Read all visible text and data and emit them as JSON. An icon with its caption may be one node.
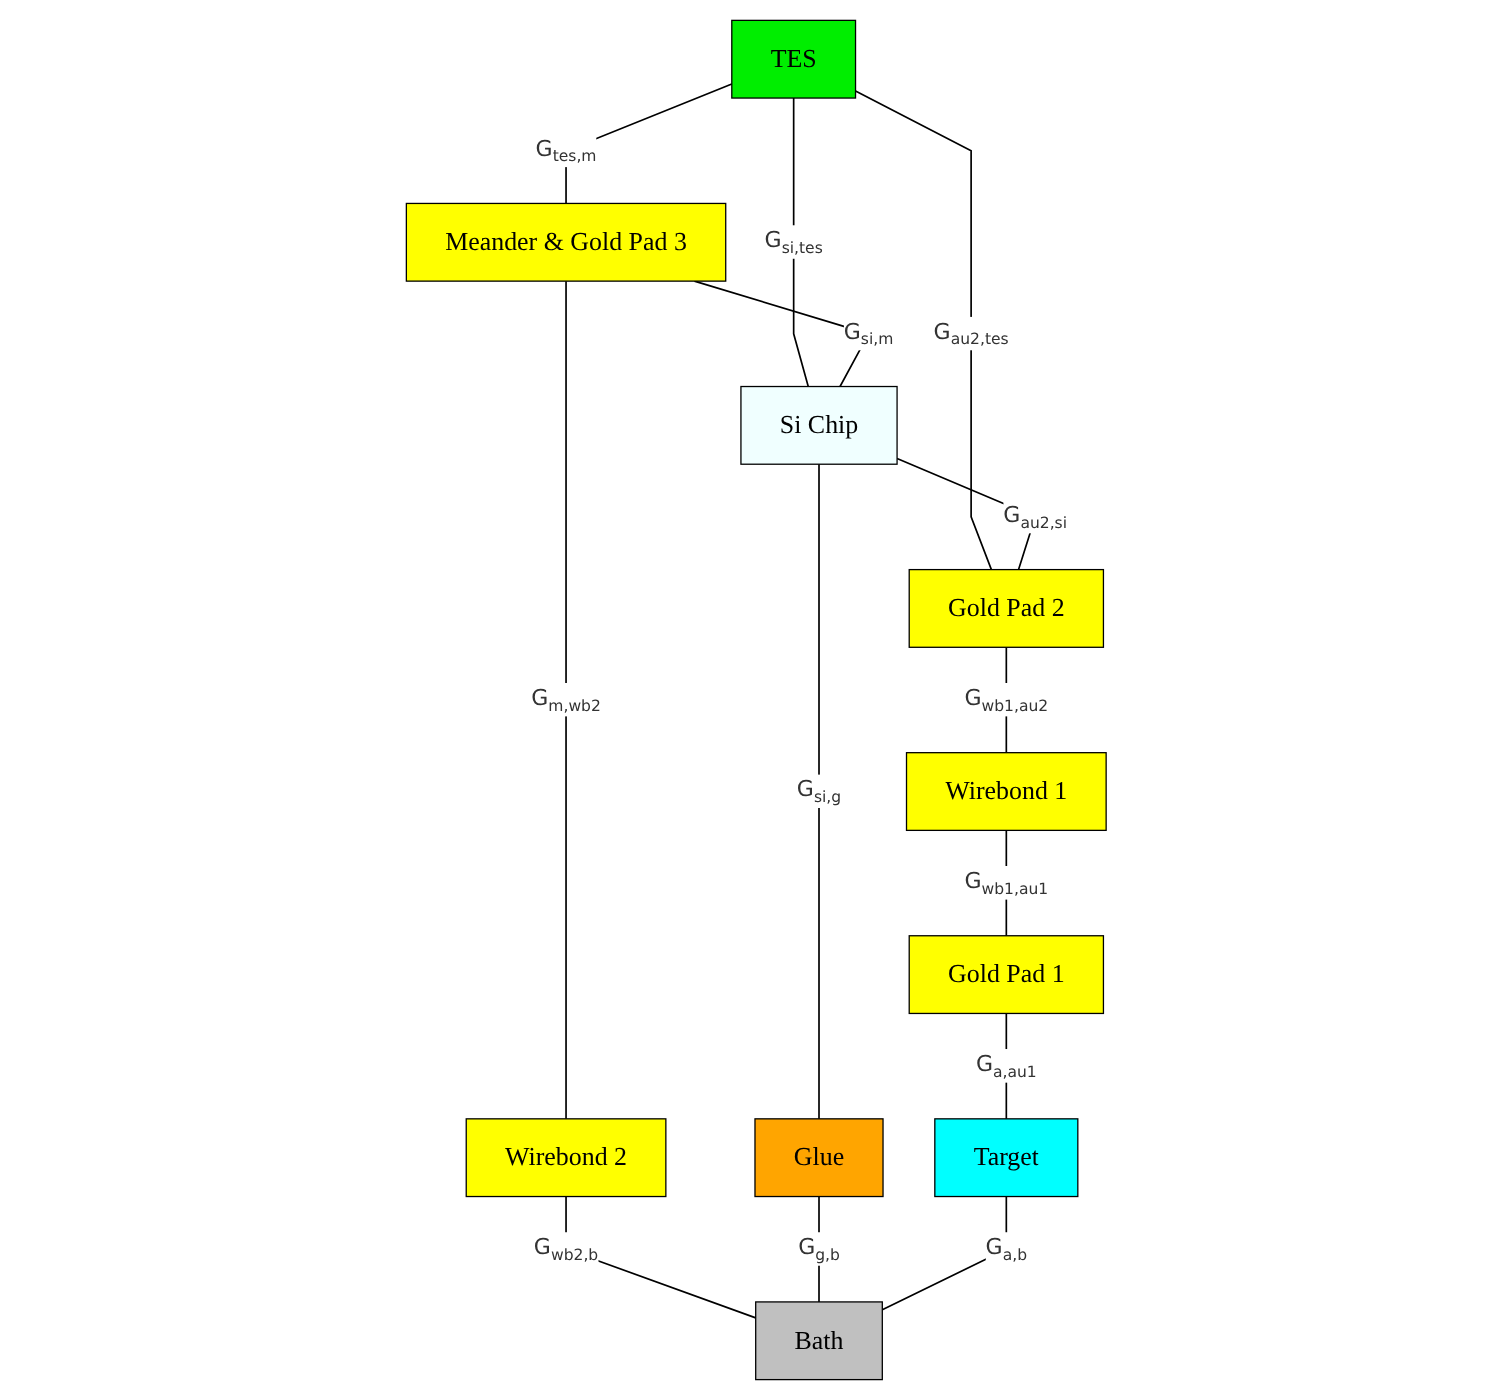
{
  "diagram": {
    "nodes": [
      {
        "text": [
          "TES"
        ]
      },
      {
        "text": [
          "Meander & Gold Pad 3"
        ]
      },
      {
        "text": [
          "Si Chip"
        ]
      },
      {
        "text": [
          "Gold Pad 2"
        ]
      },
      {
        "text": [
          "Wirebond 1"
        ]
      },
      {
        "text": [
          "Wirebond 2"
        ]
      },
      {
        "text": [
          "Glue"
        ]
      },
      {
        "text": [
          "Gold Pad 1"
        ]
      },
      {
        "text": [
          "Target"
        ]
      },
      {
        "text": [
          "Bath"
        ]
      }
    ],
    "edges": [
      {
        "from": 0,
        "to": 1,
        "arrow": "none",
        "label": "G$_{tes,m}$"
      },
      {
        "from": 0,
        "to": 2,
        "arrow": "none",
        "label": "G$_{si,tes}$"
      },
      {
        "from": 0,
        "to": 3,
        "arrow": "none",
        "label": "G$_{au2,tes}$"
      },
      {
        "from": 1,
        "to": 2,
        "arrow": "none",
        "label": "G$_{si,m}$"
      },
      {
        "from": 2,
        "to": 3,
        "arrow": "none",
        "label": "G$_{au2,si}$"
      },
      {
        "from": 3,
        "to": 4,
        "arrow": "none",
        "label": "G$_{wb1,au2}$"
      },
      {
        "from": 1,
        "to": 5,
        "arrow": "none",
        "label": "G$_{m,wb2}$"
      },
      {
        "from": 2,
        "to": 6,
        "arrow": "none",
        "label": "G$_{si,g}$"
      },
      {
        "from": 4,
        "to": 7,
        "arrow": "none",
        "label": "G$_{wb1,au1}$"
      },
      {
        "from": 5,
        "to": 9,
        "arrow": "none",
        "label": "G$_{wb2,b}$"
      },
      {
        "from": 6,
        "to": 9,
        "arrow": "none",
        "label": "G$_{g,b}$"
      },
      {
        "from": 7,
        "to": 8,
        "arrow": "none",
        "label": "G$_{a,au1}$"
      },
      {
        "from": 8,
        "to": 9,
        "arrow": "none",
        "label": "G$_{a,b}$"
      }
    ]
  }
}
